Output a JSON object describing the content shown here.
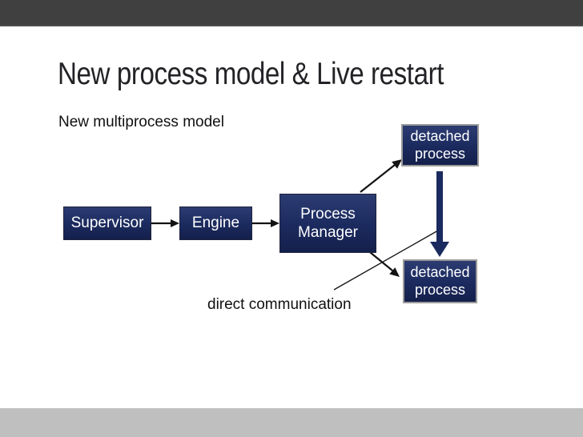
{
  "slide": {
    "title": "New process model & Live restart",
    "subtitle": "New multiprocess model",
    "caption": "direct communication"
  },
  "diagram": {
    "nodes": [
      {
        "id": "supervisor",
        "label": "Supervisor"
      },
      {
        "id": "engine",
        "label": "Engine"
      },
      {
        "id": "process-manager",
        "label": "Process Manager"
      },
      {
        "id": "detached-process-top",
        "label": "detached process"
      },
      {
        "id": "detached-process-bottom",
        "label": "detached process"
      }
    ],
    "edges": [
      {
        "from": "supervisor",
        "to": "engine",
        "style": "thin-black-arrow"
      },
      {
        "from": "engine",
        "to": "process-manager",
        "style": "thin-black-arrow"
      },
      {
        "from": "process-manager",
        "to": "detached-process-top",
        "style": "thin-black-arrow"
      },
      {
        "from": "process-manager",
        "to": "detached-process-bottom",
        "style": "thin-black-arrow"
      },
      {
        "from": "detached-process-top",
        "to": "detached-process-bottom",
        "style": "thick-navy-arrow"
      },
      {
        "from": "caption-direct-communication",
        "to": "thick-navy-arrow",
        "style": "thin-black-line"
      }
    ]
  },
  "colors": {
    "node_navy": "#1b2a5e",
    "node_text": "#ffffff",
    "arrow_black": "#131313",
    "thick_arrow_navy": "#1b2a5e",
    "top_bar": "#404040",
    "bottom_bar": "#bfbfbf",
    "slide_background": "#ffffff",
    "title_text": "#232327",
    "body_text": "#101010"
  }
}
